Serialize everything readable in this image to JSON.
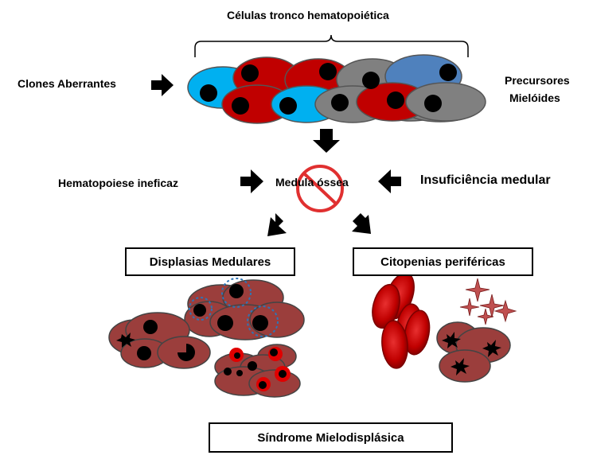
{
  "labels": {
    "top_title": "Células tronco hematopoiética",
    "aberrant_clones": "Clones Aberrantes",
    "myeloid_precursors_line1": "Precursores",
    "myeloid_precursors_line2": "Mielóides",
    "ineffective_hematopoiesis": "Hematopoiese ineficaz",
    "bone_marrow": "Medula óssea",
    "marrow_failure": "Insuficiência medular",
    "marrow_dysplasias": "Displasias Medulares",
    "peripheral_cytopenias": "Citopenias periféricas",
    "mds": "Síndrome Mielodisplásica"
  },
  "colors": {
    "red_cell": "#c00000",
    "blue_cell": "#00b0f0",
    "steel_blue_cell": "#4f81bd",
    "grey_cell": "#808080",
    "dysplastic_cell": "#9b3e3c",
    "platelet": "#b55050",
    "no_sign": "#e03030"
  }
}
